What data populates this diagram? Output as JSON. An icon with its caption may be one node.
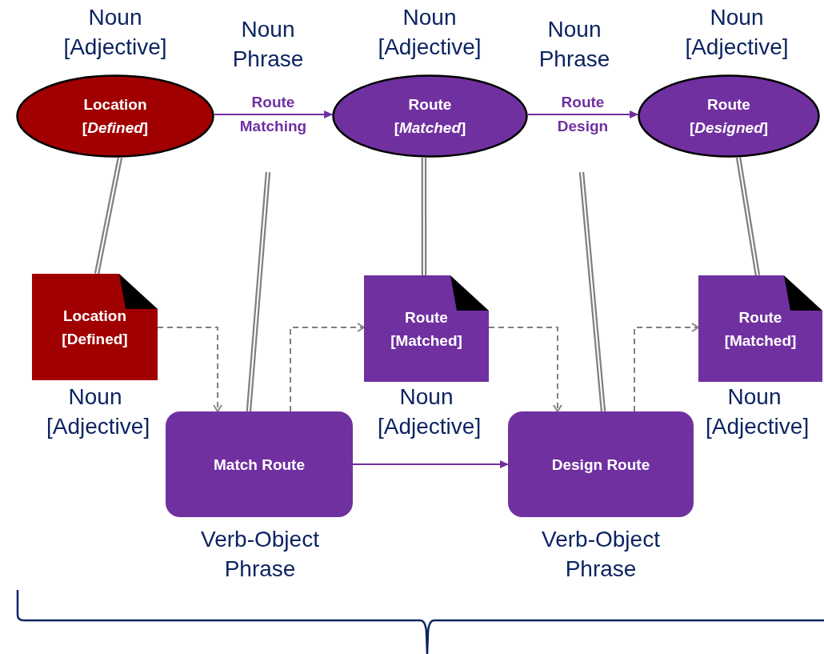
{
  "diagram": {
    "nodes": [
      {
        "text": [
          "Location [*Defined*]"
        ],
        "beside": [
          "Noun [Adjective]"
        ]
      },
      {
        "text": [
          "Route [*Matched*]"
        ],
        "beside": [
          "Noun [Adjective]"
        ]
      },
      {
        "text": [
          "Route [*Designed*]"
        ],
        "beside": [
          "Noun [Adjective]"
        ]
      },
      {
        "text": [
          "Location [Defined]"
        ],
        "beside": [
          "Noun [Adjective]"
        ]
      },
      {
        "text": [
          "Route [Matched]"
        ],
        "beside": [
          "Noun [Adjective]"
        ]
      },
      {
        "text": [
          "Route [Matched]"
        ],
        "beside": [
          "Noun [Adjective]"
        ]
      },
      {
        "text": [
          "Match Route"
        ],
        "beside": [
          "Verb-Object Phrase"
        ]
      },
      {
        "text": [
          "Design Route"
        ],
        "beside": [
          "Verb-Object Phrase"
        ]
      }
    ],
    "edges": [
      {
        "from": 0,
        "to": 1,
        "arrow": "to",
        "label": "Route Matching",
        "color": "#7030a0"
      },
      {
        "from": 1,
        "to": 2,
        "arrow": "to",
        "label": "Route Design",
        "color": "#7030a0"
      },
      {
        "from": 0,
        "to": 3,
        "arrow": "none",
        "style": "thick"
      },
      {
        "from": null,
        "to": 6,
        "arrow": "none",
        "style": "thick"
      },
      {
        "from": 1,
        "to": 4,
        "arrow": "none",
        "style": "thick"
      },
      {
        "from": null,
        "to": 7,
        "arrow": "none",
        "style": "thick"
      },
      {
        "from": 2,
        "to": 5,
        "arrow": "none",
        "style": "thick"
      },
      {
        "from": 3,
        "to": 6,
        "arrow": "to",
        "style": "dashed"
      },
      {
        "from": 6,
        "to": 4,
        "arrow": "to",
        "style": "dashed"
      },
      {
        "from": 4,
        "to": 7,
        "arrow": "to",
        "style": "dashed"
      },
      {
        "from": 7,
        "to": 5,
        "arrow": "to",
        "style": "dashed"
      },
      {
        "from": 6,
        "to": 7,
        "arrow": "to",
        "color": "#7030a0"
      }
    ],
    "labels": [
      "Noun Phrase",
      "Noun Phrase"
    ]
  }
}
